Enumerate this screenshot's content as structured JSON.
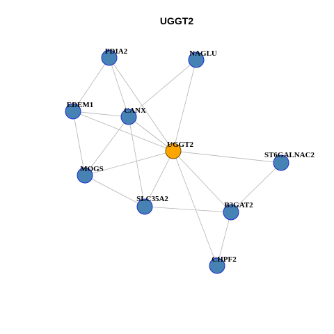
{
  "title": "UGGT2",
  "colors": {
    "node_fill": "#4682b4",
    "hub_fill": "#ffa500",
    "node_stroke": "#1c2bd1",
    "edge": "#b3b3b3"
  },
  "nodes": [
    {
      "id": "PDIA2"
    },
    {
      "id": "NAGLU"
    },
    {
      "id": "EDEM1"
    },
    {
      "id": "CANX"
    },
    {
      "id": "UGGT2",
      "hub": true
    },
    {
      "id": "ST6GALNAC2"
    },
    {
      "id": "MOGS"
    },
    {
      "id": "SLC35A2"
    },
    {
      "id": "B3GAT2"
    },
    {
      "id": "CHPF2"
    }
  ],
  "edges": [
    [
      "PDIA2",
      "EDEM1"
    ],
    [
      "PDIA2",
      "CANX"
    ],
    [
      "PDIA2",
      "UGGT2"
    ],
    [
      "NAGLU",
      "CANX"
    ],
    [
      "NAGLU",
      "UGGT2"
    ],
    [
      "EDEM1",
      "CANX"
    ],
    [
      "EDEM1",
      "UGGT2"
    ],
    [
      "EDEM1",
      "MOGS"
    ],
    [
      "CANX",
      "UGGT2"
    ],
    [
      "CANX",
      "MOGS"
    ],
    [
      "CANX",
      "SLC35A2"
    ],
    [
      "UGGT2",
      "ST6GALNAC2"
    ],
    [
      "UGGT2",
      "MOGS"
    ],
    [
      "UGGT2",
      "SLC35A2"
    ],
    [
      "UGGT2",
      "B3GAT2"
    ],
    [
      "UGGT2",
      "CHPF2"
    ],
    [
      "ST6GALNAC2",
      "B3GAT2"
    ],
    [
      "MOGS",
      "SLC35A2"
    ],
    [
      "SLC35A2",
      "B3GAT2"
    ],
    [
      "B3GAT2",
      "CHPF2"
    ]
  ]
}
